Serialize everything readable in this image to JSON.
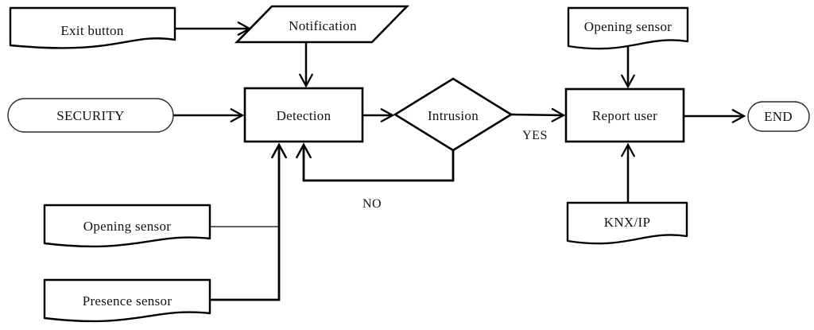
{
  "diagram": {
    "type": "flowchart",
    "background": "#ffffff",
    "stroke_color": "#000000",
    "nodes": {
      "exit_button": {
        "label": "Exit button",
        "shape": "document"
      },
      "notification": {
        "label": "Notification",
        "shape": "parallelogram"
      },
      "security": {
        "label": "SECURITY",
        "shape": "terminator"
      },
      "detection": {
        "label": "Detection",
        "shape": "process"
      },
      "intrusion": {
        "label": "Intrusion",
        "shape": "decision"
      },
      "report_user": {
        "label": "Report user",
        "shape": "process"
      },
      "end": {
        "label": "END",
        "shape": "terminator"
      },
      "opening_sensor_top": {
        "label": "Opening sensor",
        "shape": "document"
      },
      "opening_sensor_left": {
        "label": "Opening sensor",
        "shape": "document"
      },
      "presence_sensor": {
        "label": "Presence sensor",
        "shape": "document"
      },
      "knx_ip": {
        "label": "KNX/IP",
        "shape": "document"
      }
    },
    "edge_labels": {
      "yes": "YES",
      "no": "NO"
    },
    "connections": [
      {
        "from": "exit_button",
        "to": "notification",
        "label": ""
      },
      {
        "from": "notification",
        "to": "detection",
        "label": ""
      },
      {
        "from": "security",
        "to": "detection",
        "label": ""
      },
      {
        "from": "detection",
        "to": "intrusion",
        "label": ""
      },
      {
        "from": "intrusion",
        "to": "report_user",
        "label": "YES"
      },
      {
        "from": "intrusion",
        "to": "detection",
        "label": "NO"
      },
      {
        "from": "opening_sensor_top",
        "to": "report_user",
        "label": ""
      },
      {
        "from": "knx_ip",
        "to": "report_user",
        "label": ""
      },
      {
        "from": "opening_sensor_left",
        "to": "detection",
        "label": ""
      },
      {
        "from": "presence_sensor",
        "to": "detection",
        "label": ""
      },
      {
        "from": "report_user",
        "to": "end",
        "label": ""
      }
    ]
  }
}
